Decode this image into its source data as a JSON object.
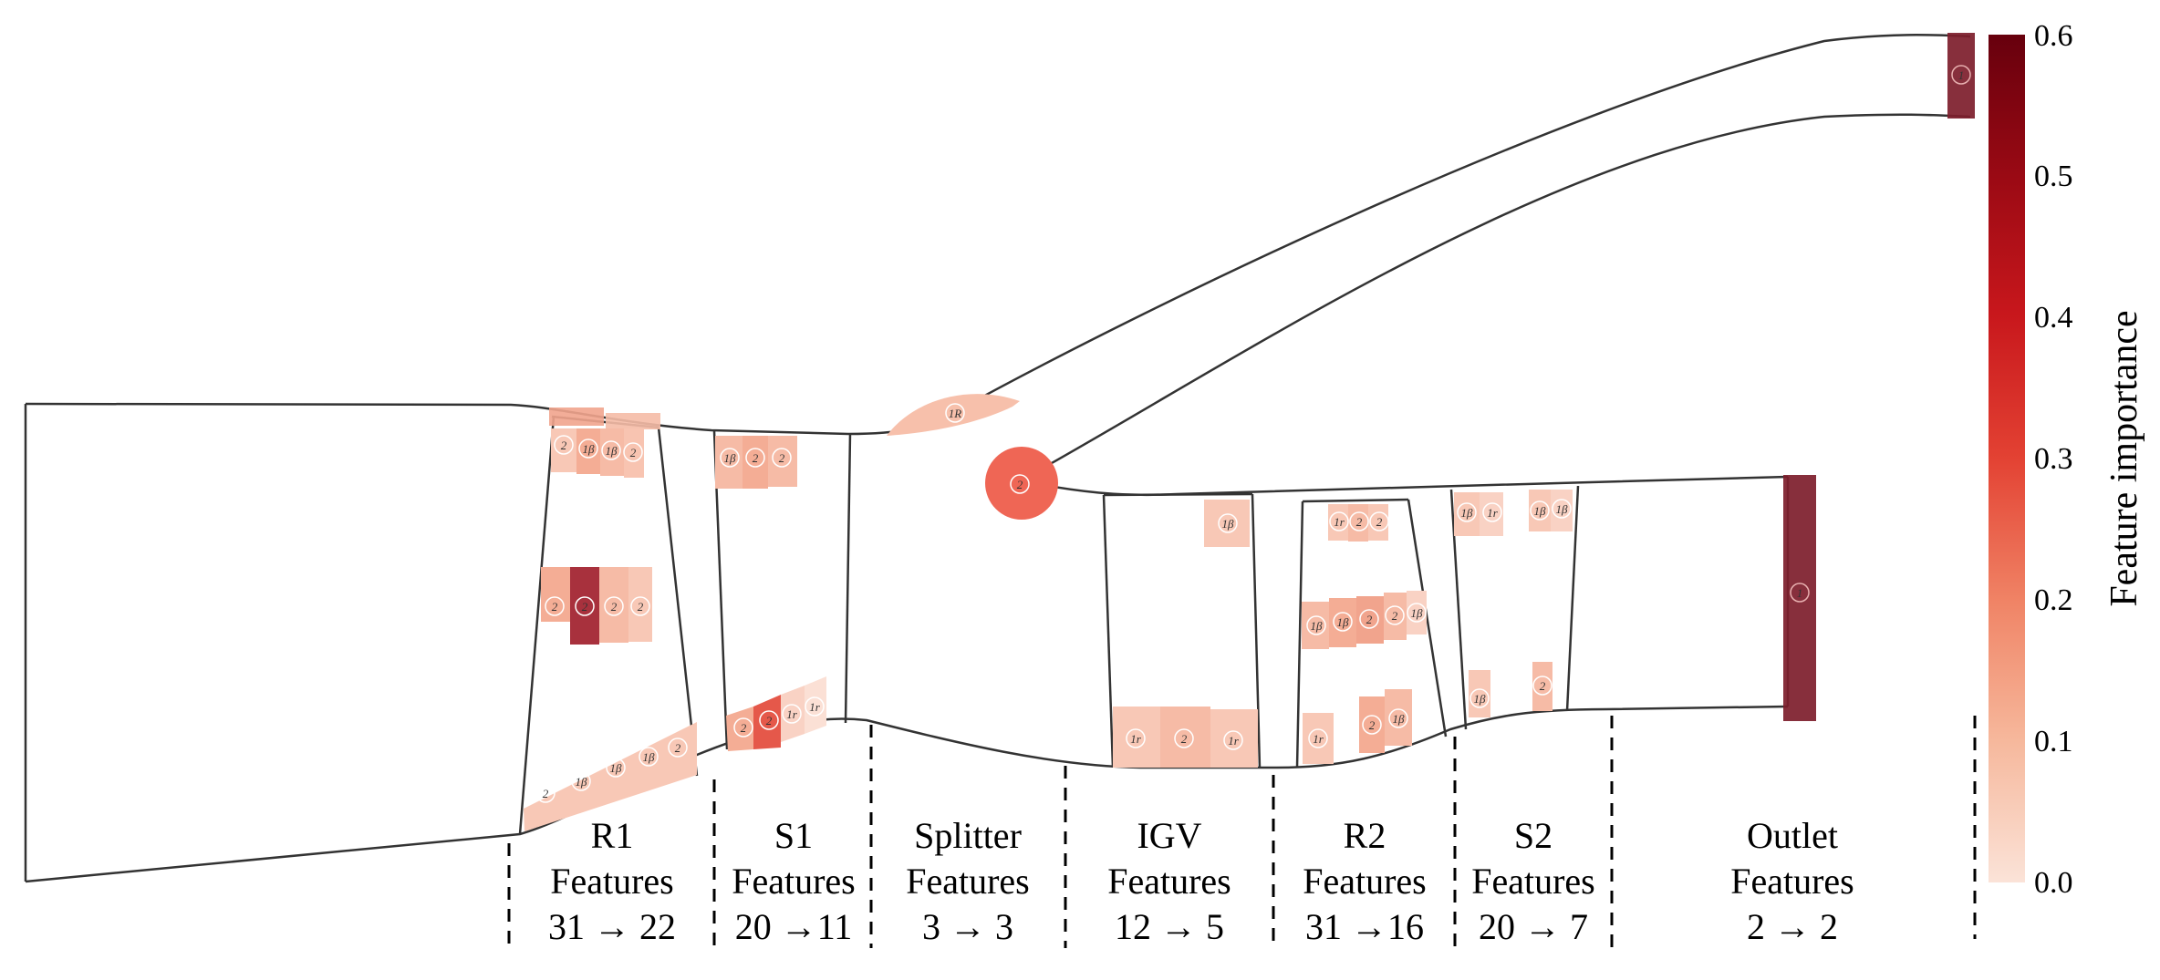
{
  "colorbar": {
    "title": "Feature importance",
    "ticks": [
      "0.0",
      "0.1",
      "0.2",
      "0.3",
      "0.4",
      "0.5",
      "0.6"
    ],
    "color_low": "#f9d3c4",
    "color_high": "#6e0010"
  },
  "sections": [
    {
      "name": "R1",
      "word": "Features",
      "counts": "31 → 22"
    },
    {
      "name": "S1",
      "word": "Features",
      "counts": "20 →11"
    },
    {
      "name": "Splitter",
      "word": "Features",
      "counts": "3 → 3"
    },
    {
      "name": "IGV",
      "word": "Features",
      "counts": "12 → 5"
    },
    {
      "name": "R2",
      "word": "Features",
      "counts": "31 →16"
    },
    {
      "name": "S2",
      "word": "Features",
      "counts": "20 → 7"
    },
    {
      "name": "Outlet",
      "word": "Features",
      "counts": "2 → 2"
    }
  ],
  "markers": {
    "one_beta": "1β",
    "one_r": "1r",
    "one_R": "1R",
    "two": "2",
    "one": "1"
  }
}
